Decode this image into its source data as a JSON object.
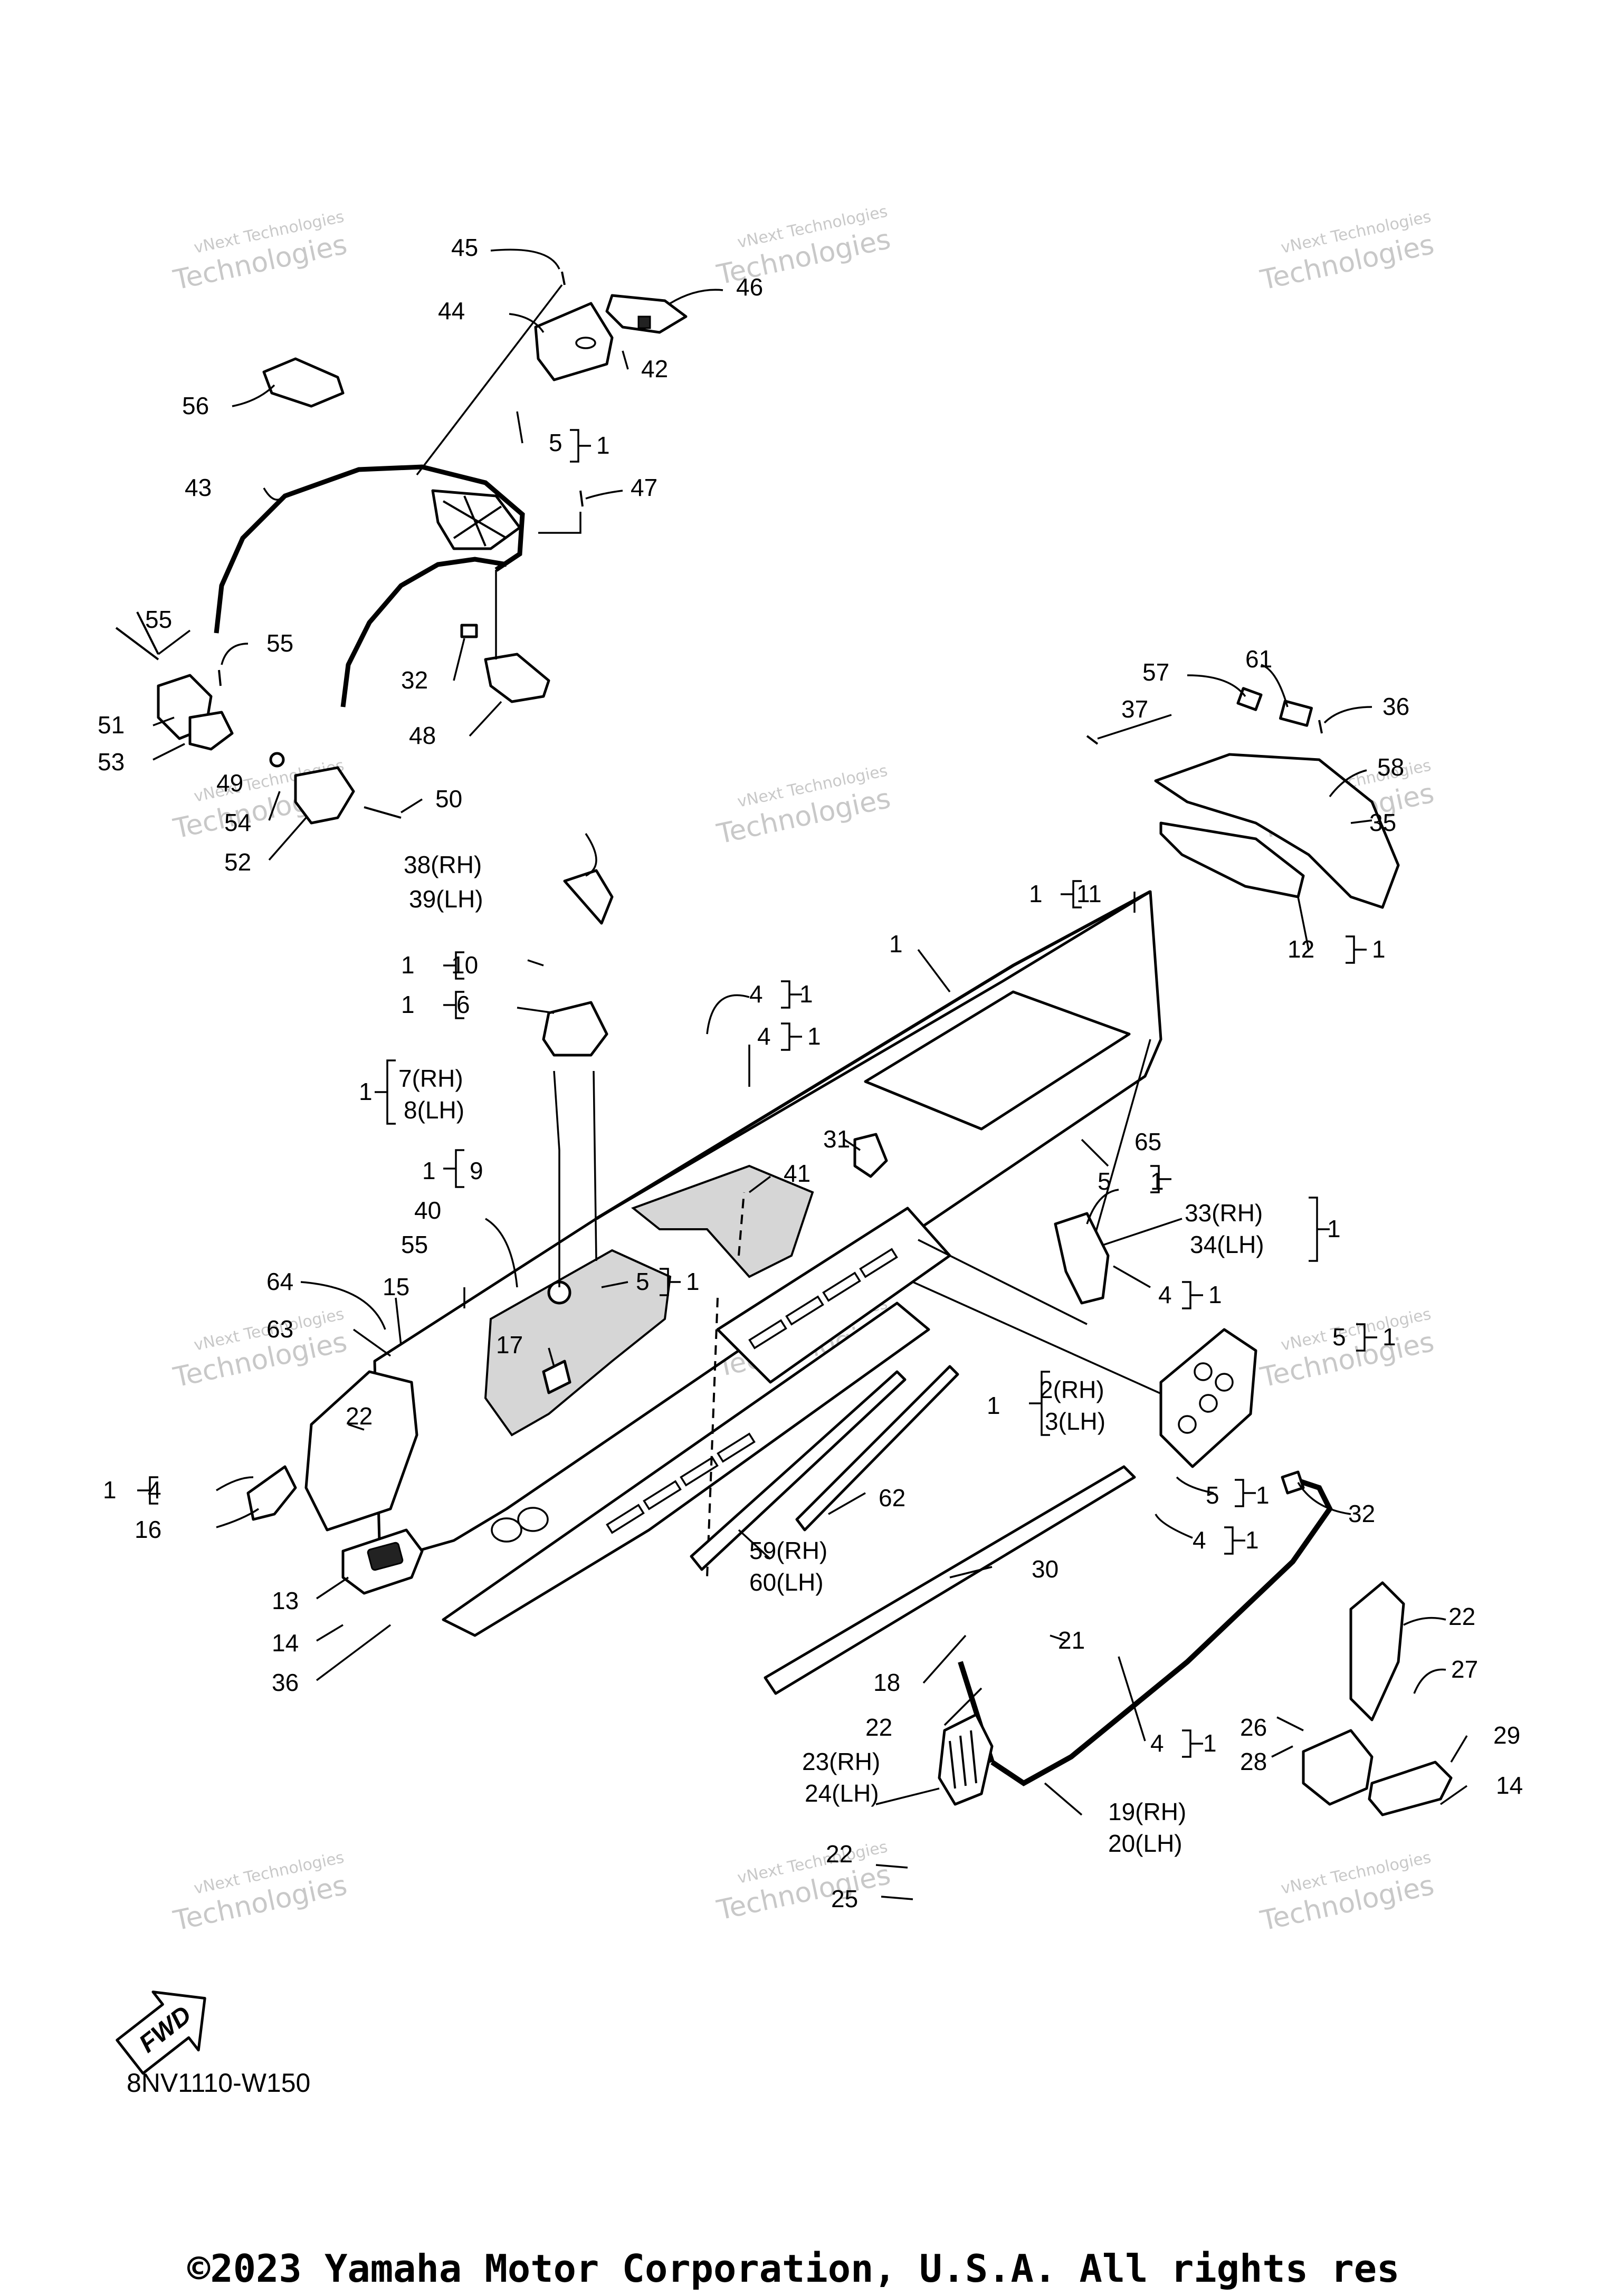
{
  "diagram_code": "8NV1110-W150",
  "copyright": "©2023 Yamaha Motor Corporation, U.S.A. All rights res",
  "fwd_label": "FWD",
  "watermark": {
    "line1": "vNext Technologies",
    "line2": "vNext",
    "line3": "Technologies"
  },
  "callouts": {
    "c45": "45",
    "c46": "46",
    "c44": "44",
    "c42": "42",
    "c56": "56",
    "c5a": "5",
    "c1a": "1",
    "c43": "43",
    "c47": "47",
    "c55a": "55",
    "c55b": "55",
    "c51": "51",
    "c53": "53",
    "c32a": "32",
    "c48": "48",
    "c49": "49",
    "c54": "54",
    "c52": "52",
    "c50": "50",
    "c57": "57",
    "c61": "61",
    "c37": "37",
    "c36a": "36",
    "c58": "58",
    "c35": "35",
    "c1b": "1",
    "c11": "11",
    "c12": "12",
    "c1c": "1",
    "c38": "38(RH)",
    "c39": "39(LH)",
    "c1d": "1",
    "c10": "10",
    "c1e": "1",
    "c6": "6",
    "c1main": "1",
    "c4a": "4",
    "c1f": "1",
    "c4b": "4",
    "c1g": "1",
    "c1h": "1",
    "c7": "7(RH)",
    "c8": "8(LH)",
    "c65": "65",
    "c1i": "1",
    "c9": "9",
    "c31": "31",
    "c41": "41",
    "c5b": "5",
    "c1j": "1",
    "c33": "33(RH)",
    "c34": "34(LH)",
    "c1k": "1",
    "c40": "40",
    "c55c": "55",
    "c5c": "5",
    "c1l": "1",
    "c4c": "4",
    "c1m": "1",
    "c64": "64",
    "c15": "15",
    "c63": "63",
    "c17": "17",
    "c5d": "5",
    "c1n": "1",
    "c22a": "22",
    "c1o": "1",
    "c2": "2(RH)",
    "c3": "3(LH)",
    "c1p": "1",
    "c4d": "4",
    "c16": "16",
    "c62": "62",
    "c5e": "5",
    "c1q": "1",
    "c32b": "32",
    "c4e": "4",
    "c1r": "1",
    "c59": "59(RH)",
    "c60": "60(LH)",
    "c13": "13",
    "c30": "30",
    "c14a": "14",
    "c22b": "22",
    "c36b": "36",
    "c18": "18",
    "c21": "21",
    "c27": "27",
    "c22c": "22",
    "c26": "26",
    "c4f": "4",
    "c1s": "1",
    "c28": "28",
    "c29": "29",
    "c23": "23(RH)",
    "c24": "24(LH)",
    "c14b": "14",
    "c19": "19(RH)",
    "c20": "20(LH)",
    "c22d": "22",
    "c25": "25"
  }
}
